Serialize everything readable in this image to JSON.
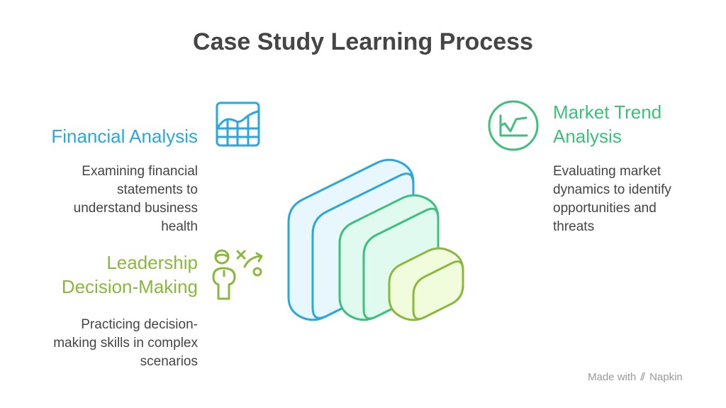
{
  "title": "Case Study Learning Process",
  "sections": {
    "financial": {
      "title": "Financial Analysis",
      "lines": [
        "Examining financial",
        "statements to",
        "understand business",
        "health"
      ],
      "icon": "spreadsheet-chart-icon"
    },
    "leadership": {
      "title_lines": [
        "Leadership",
        "Decision-Making"
      ],
      "lines": [
        "Practicing decision-",
        "making skills in complex",
        "scenarios"
      ],
      "icon": "strategy-person-icon"
    },
    "market": {
      "title_lines": [
        "Market Trend",
        "Analysis"
      ],
      "lines": [
        "Evaluating market",
        "dynamics to identify",
        "opportunities and",
        "threats"
      ],
      "icon": "trend-line-circle-icon"
    }
  },
  "footer": {
    "made_with": "Made with",
    "brand": "Napkin"
  },
  "colors": {
    "blue": "#2aa7dc",
    "green": "#3cc07c",
    "lime": "#8ab83b",
    "text": "#444444"
  }
}
